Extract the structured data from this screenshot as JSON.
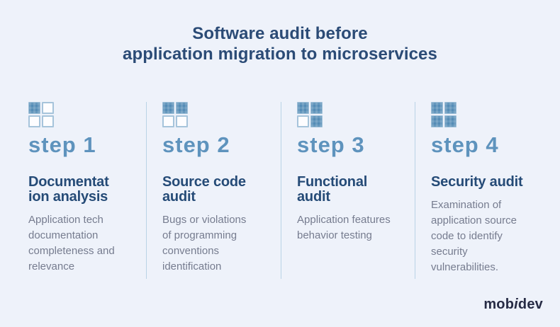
{
  "title": "Software audit before\napplication migration to microservices",
  "steps": [
    {
      "label": "step 1",
      "heading": "Documentat\nion analysis",
      "description": "Application tech\ndocumentation\ncompleteness and\nrelevance",
      "icon_cells": [
        "filled",
        "empty",
        "empty",
        "empty"
      ]
    },
    {
      "label": "step 2",
      "heading": "Source code\naudit",
      "description": "Bugs or violations\nof programming\nconventions\nidentification",
      "icon_cells": [
        "filled",
        "filled",
        "empty",
        "empty"
      ]
    },
    {
      "label": "step 3",
      "heading": "Functional\naudit",
      "description": "Application features\nbehavior testing",
      "icon_cells": [
        "filled",
        "filled",
        "empty",
        "filled"
      ]
    },
    {
      "label": "step 4",
      "heading": "Security audit",
      "description": "Examination of\napplication source\ncode to identify\nsecurity\nvulnerabilities.",
      "icon_cells": [
        "filled",
        "filled",
        "filled",
        "filled"
      ]
    }
  ],
  "logo": {
    "mob": "mob",
    "i": "i",
    "dev": "dev"
  },
  "colors": {
    "background": "#eef2fa",
    "title_text": "#2b4b76",
    "step_label": "#5e93bd",
    "heading_text": "#254b77",
    "description_text": "#767c8f",
    "divider": "#b9d3e6",
    "icon_filled": "#548cb6",
    "icon_border": "#a6c4db",
    "logo_text": "#272c45"
  }
}
